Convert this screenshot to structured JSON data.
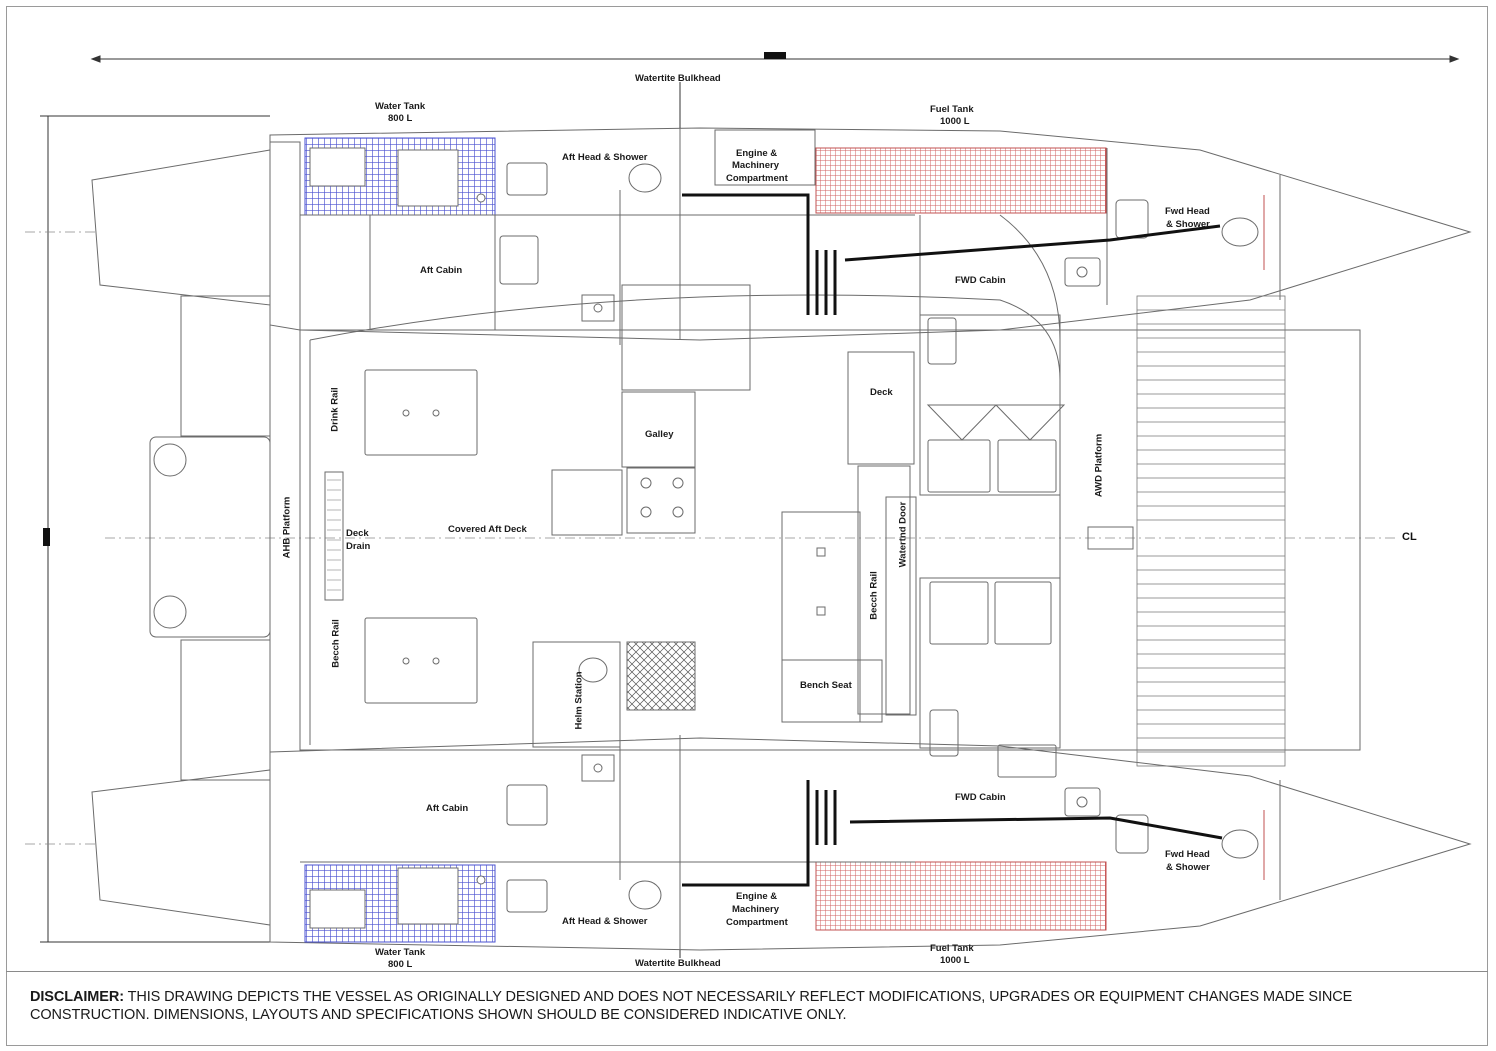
{
  "labels": {
    "watertite_bulkhead_top": "Watertite Bulkhead",
    "watertite_bulkhead_bottom": "Watertite Bulkhead",
    "water_tank_top": "Water Tank",
    "water_tank_top_cap": "800 L",
    "water_tank_bottom": "Water Tank",
    "water_tank_bottom_cap": "800 L",
    "fuel_tank_top": "Fuel Tank",
    "fuel_tank_top_cap": "1000 L",
    "fuel_tank_bottom": "Fuel Tank",
    "fuel_tank_bottom_cap": "1000 L",
    "aft_head_top": "Aft Head & Shower",
    "aft_head_bottom": "Aft Head & Shower",
    "engine_top_1": "Engine &",
    "engine_top_2": "Machinery",
    "engine_top_3": "Compartment",
    "engine_bottom_1": "Engine &",
    "engine_bottom_2": "Machinery",
    "engine_bottom_3": "Compartment",
    "fwd_head_top_1": "Fwd Head",
    "fwd_head_top_2": "& Shower",
    "fwd_head_bottom_1": "Fwd Head",
    "fwd_head_bottom_2": "& Shower",
    "aft_cabin_top": "Aft Cabin",
    "aft_cabin_bottom": "Aft Cabin",
    "fwd_cabin_top": "FWD Cabin",
    "fwd_cabin_bottom": "FWD Cabin",
    "drink_rail": "Drink Rail",
    "galley": "Galley",
    "deck": "Deck",
    "ahb_platform": "AHB Platform",
    "deck_drain_1": "Deck",
    "deck_drain_2": "Drain",
    "covered_aft_deck": "Covered Aft Deck",
    "awd_platform": "AWD Platform",
    "cl": "CL",
    "becch_rail_left": "Becch Rail",
    "becch_rail_right": "Becch Rail",
    "watertnd_door": "Watertnd Door",
    "helm_station": "Helm Station",
    "bench_seat": "Bench Seat"
  },
  "disclaimer": {
    "heading": "DISCLAIMER:",
    "text": " THIS DRAWING DEPICTS THE VESSEL AS ORIGINALLY DESIGNED AND DOES NOT NECESSARILY REFLECT MODIFICATIONS, UPGRADES OR EQUIPMENT CHANGES MADE SINCE CONSTRUCTION. DIMENSIONS, LAYOUTS AND SPECIFICATIONS SHOWN SHOULD BE CONSIDERED INDICATIVE ONLY."
  },
  "colors": {
    "line": "#6b6b6b",
    "heavy_line": "#111111",
    "water_tank_fill": "#5b63d6",
    "fuel_tank_fill": "#d46b6b",
    "centerline": "#8a8a8a"
  }
}
